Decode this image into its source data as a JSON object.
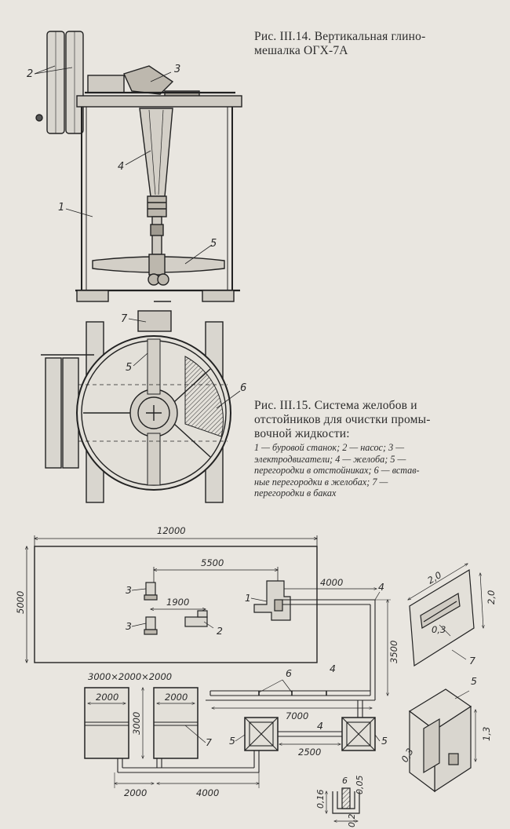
{
  "figure1": {
    "caption": "Рис. III.14. Вертикальная глино-мешалка ОГХ-7А",
    "caption_line1": "Рис. III.14. Вертикальная глино-",
    "caption_line2": "мешалка ОГХ-7А",
    "labels": [
      "1",
      "2",
      "3",
      "4",
      "5"
    ]
  },
  "figure2": {
    "caption_line1": "Рис. III.15. Система желобов и",
    "caption_line2": "отстойников для очистки промы-",
    "caption_line3": "вочной жидкости:",
    "legend_line1": "1 — буровой станок; 2 — насос; 3 —",
    "legend_line2": "электродвигатели; 4 — желоба; 5 —",
    "legend_line3": "перегородки в отстойниках; 6 — встав-",
    "legend_line4": "ные перегородки в желобах; 7 —",
    "legend_line5": "перегородки в баках",
    "top_view_labels": [
      "7",
      "5",
      "6"
    ]
  },
  "plan": {
    "dimensions": {
      "overall_width": "12000",
      "overall_height": "5000",
      "rig_offset": "5500",
      "motor_spacing": "1900",
      "trough_top": "4000",
      "trough_vertical": "3500",
      "trough_long": "7000",
      "tank_size": "3000×2000×2000",
      "tank_w1": "2000",
      "tank_w2": "2000",
      "tank_h": "3000",
      "settler_span": "2500",
      "bottom_left": "2000",
      "bottom_right": "4000"
    },
    "labels": {
      "rig": "1",
      "pump": "2",
      "motor_a": "3",
      "motor_b": "3",
      "trough_a": "4",
      "trough_b": "4",
      "trough_c": "4",
      "insert_6": "6",
      "settler_a": "5",
      "settler_b": "5",
      "tank_partition": "7"
    }
  },
  "details": {
    "plate_w": "2,0",
    "plate_h": "2,0",
    "plate_slot": "0,3",
    "plate_label": "7",
    "partition_label": "5",
    "partition_h": "1,3",
    "partition_d": "0,3",
    "profile_h": "0,16",
    "profile_label": "6",
    "profile_t": "0,05",
    "profile_w": "0,2"
  }
}
